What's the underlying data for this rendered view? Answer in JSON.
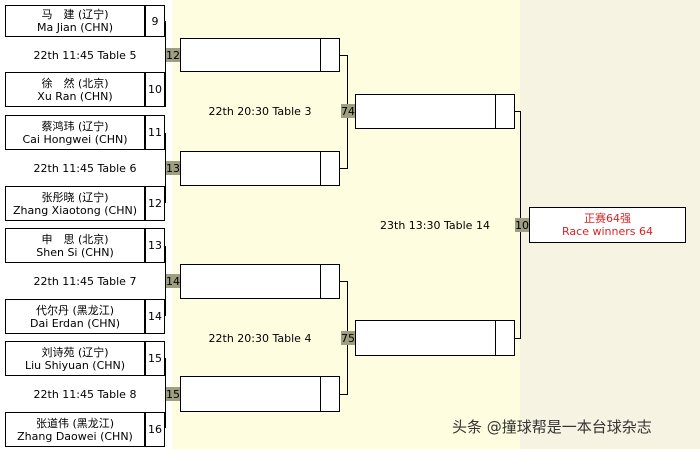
{
  "colors": {
    "column_shade": "#fffde0",
    "tag_bg": "#9e9e82",
    "winner_text": "#d22222"
  },
  "players": [
    {
      "cn": "马　建 (辽宁)",
      "en": "Ma Jian (CHN)",
      "seed": "9"
    },
    {
      "cn": "徐　然 (北京)",
      "en": "Xu Ran (CHN)",
      "seed": "10"
    },
    {
      "cn": "蔡鸿玮 (辽宁)",
      "en": "Cai Hongwei (CHN)",
      "seed": "11"
    },
    {
      "cn": "张彤晓 (辽宁)",
      "en": "Zhang Xiaotong (CHN)",
      "seed": "12"
    },
    {
      "cn": "申　思 (北京)",
      "en": "Shen Si (CHN)",
      "seed": "13"
    },
    {
      "cn": "代尔丹 (黑龙江)",
      "en": "Dai Erdan (CHN)",
      "seed": "14"
    },
    {
      "cn": "刘诗苑 (辽宁)",
      "en": "Liu Shiyuan (CHN)",
      "seed": "15"
    },
    {
      "cn": "张道伟 (黑龙江)",
      "en": "Zhang Daowei (CHN)",
      "seed": "16"
    }
  ],
  "round1": [
    {
      "label": "22th 11:45 Table 5",
      "match": "12"
    },
    {
      "label": "22th 11:45 Table 6",
      "match": "13"
    },
    {
      "label": "22th 11:45 Table 7",
      "match": "14"
    },
    {
      "label": "22th 11:45 Table 8",
      "match": "15"
    }
  ],
  "round2": [
    {
      "label": "22th 20:30 Table 3",
      "match": "74"
    },
    {
      "label": "22th 20:30 Table 4",
      "match": "75"
    }
  ],
  "round3": {
    "label": "23th 13:30 Table 14",
    "match": "10"
  },
  "winner": {
    "cn": "正赛64强",
    "en": "Race winners 64"
  },
  "watermark": "头条 @撞球帮是一本台球杂志"
}
